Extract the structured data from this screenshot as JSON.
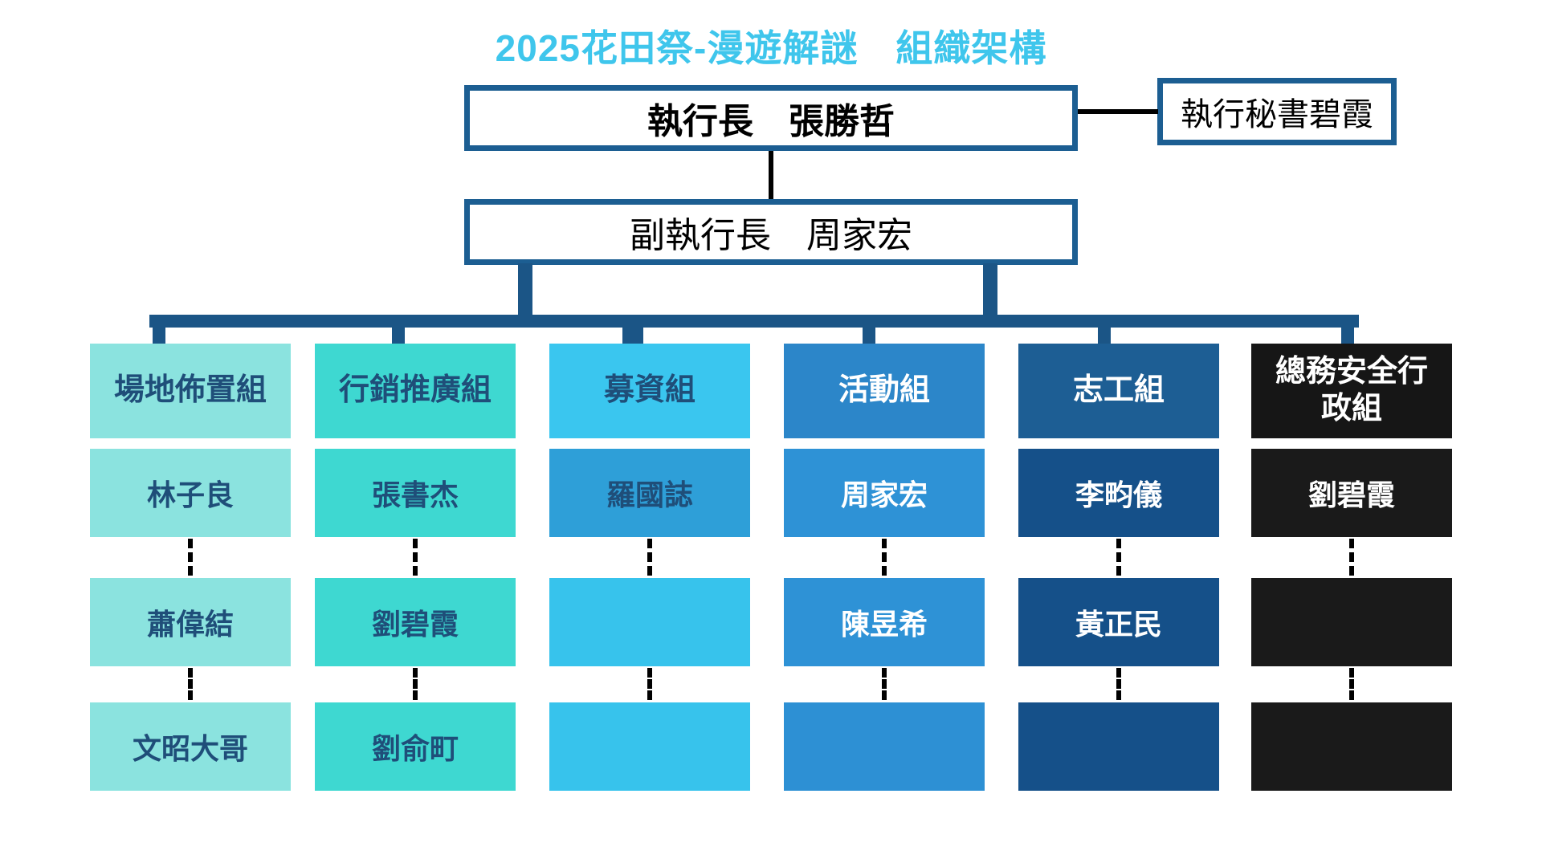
{
  "title": {
    "text": "2025花田祭-漫遊解謎　組織架構",
    "color": "#3FC6EC"
  },
  "executives": {
    "ceo": "執行長　張勝哲",
    "secretary": "執行秘書碧霞",
    "deputy": "副執行長　周家宏"
  },
  "style": {
    "box_border_color": "#1C5E92",
    "connector_color": "#1B5586",
    "line_color": "#000000",
    "background_color": "#FFFFFF"
  },
  "columns": [
    {
      "label": "場地佈置組",
      "header_bg": "#8BE3DF",
      "text_color": "#1F4E79",
      "cells_bg": [
        "#8BE3DF",
        "#8BE3DF",
        "#8BE3DF"
      ],
      "members": [
        "林子良",
        "蕭偉結",
        "文昭大哥"
      ]
    },
    {
      "label": "行銷推廣組",
      "header_bg": "#3ED8D1",
      "text_color": "#1F4E79",
      "cells_bg": [
        "#3ED8D1",
        "#3ED8D1",
        "#3ED8D1"
      ],
      "members": [
        "張書杰",
        "劉碧霞",
        "劉俞町"
      ]
    },
    {
      "label": "募資組",
      "header_bg": "#3AC6EF",
      "text_color": "#1F4E79",
      "cells_bg": [
        "#2E9FD8",
        "#37C3EC",
        "#37C3EC"
      ],
      "members": [
        "羅國誌",
        "",
        ""
      ]
    },
    {
      "label": "活動組",
      "header_bg": "#2C86C9",
      "text_color": "#FFFFFF",
      "cells_bg": [
        "#2E92D6",
        "#2E92D6",
        "#2D90D4"
      ],
      "members": [
        "周家宏",
        "陳昱希",
        ""
      ]
    },
    {
      "label": "志工組",
      "header_bg": "#1D5E94",
      "text_color": "#FFFFFF",
      "cells_bg": [
        "#155089",
        "#155089",
        "#155089"
      ],
      "members": [
        "李畇儀",
        "黃正民",
        ""
      ]
    },
    {
      "label": "總務安全行政組",
      "header_bg": "#161616",
      "text_color": "#FFFFFF",
      "cells_bg": [
        "#1A1A1A",
        "#1A1A1A",
        "#1A1A1A"
      ],
      "members": [
        "劉碧霞",
        "",
        ""
      ]
    }
  ]
}
